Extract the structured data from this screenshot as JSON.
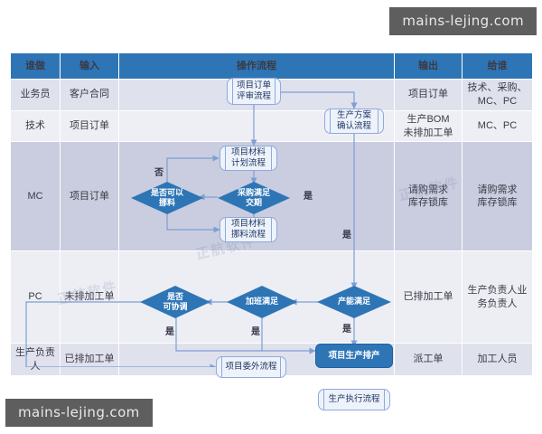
{
  "watermarks": {
    "top_right": "mains-lejing.com",
    "bottom_left": "mains-lejing.com",
    "ghost_text": "正航软件"
  },
  "table": {
    "headers": [
      "谁做",
      "输入",
      "操作流程",
      "输出",
      "给谁"
    ],
    "rows": [
      {
        "who": "业务员",
        "input": "客户合同",
        "output": "项目订单",
        "to": "技术、采购、MC、PC"
      },
      {
        "who": "技术",
        "input": "项目订单",
        "output": "生产BOM\n未排加工单",
        "to": "MC、PC"
      },
      {
        "who": "MC",
        "input": "项目订单",
        "output": "请购需求\n库存锁库",
        "to": "请购需求\n库存锁库"
      },
      {
        "who": "PC",
        "input": "未排加工单",
        "output": "已排加工单",
        "to": "生产负责人业务负责人"
      },
      {
        "who": "生产负责人",
        "input": "已排加工单",
        "output": "派工单",
        "to": "加工人员"
      }
    ]
  },
  "flow": {
    "nodes": [
      {
        "id": "n1",
        "type": "process",
        "text": "项目订单\n评审流程"
      },
      {
        "id": "n2",
        "type": "process",
        "text": "生产方案\n确认流程"
      },
      {
        "id": "n3",
        "type": "process",
        "text": "项目材料\n计划流程"
      },
      {
        "id": "n4",
        "type": "decision",
        "text": "是否可以\n挪料"
      },
      {
        "id": "n5",
        "type": "decision",
        "text": "采购满足\n交期"
      },
      {
        "id": "n6",
        "type": "process",
        "text": "项目材料\n挪料流程"
      },
      {
        "id": "n7",
        "type": "decision",
        "text": "是否\n可协调"
      },
      {
        "id": "n8",
        "type": "decision",
        "text": "加班满足"
      },
      {
        "id": "n9",
        "type": "decision",
        "text": "产能满足"
      },
      {
        "id": "n10",
        "type": "solid",
        "text": "项目生产排产"
      },
      {
        "id": "n11",
        "type": "process",
        "text": "项目委外流程"
      },
      {
        "id": "n12",
        "type": "process",
        "text": "生产执行流程"
      }
    ],
    "edge_labels": [
      {
        "id": "e1",
        "text": "否"
      },
      {
        "id": "e2",
        "text": "是"
      },
      {
        "id": "e3",
        "text": "是"
      },
      {
        "id": "e4",
        "text": "是"
      },
      {
        "id": "e5",
        "text": "是"
      },
      {
        "id": "e6",
        "text": "是"
      }
    ]
  },
  "colors": {
    "header_blue": "#2e75b6",
    "node_fill": "#eef2fa",
    "node_stroke": "#8faadc",
    "row_dark": "#c9cddf",
    "row_light": "#eceef4",
    "line": "#8faadc",
    "watermark_bg": "#5e5e5e"
  }
}
